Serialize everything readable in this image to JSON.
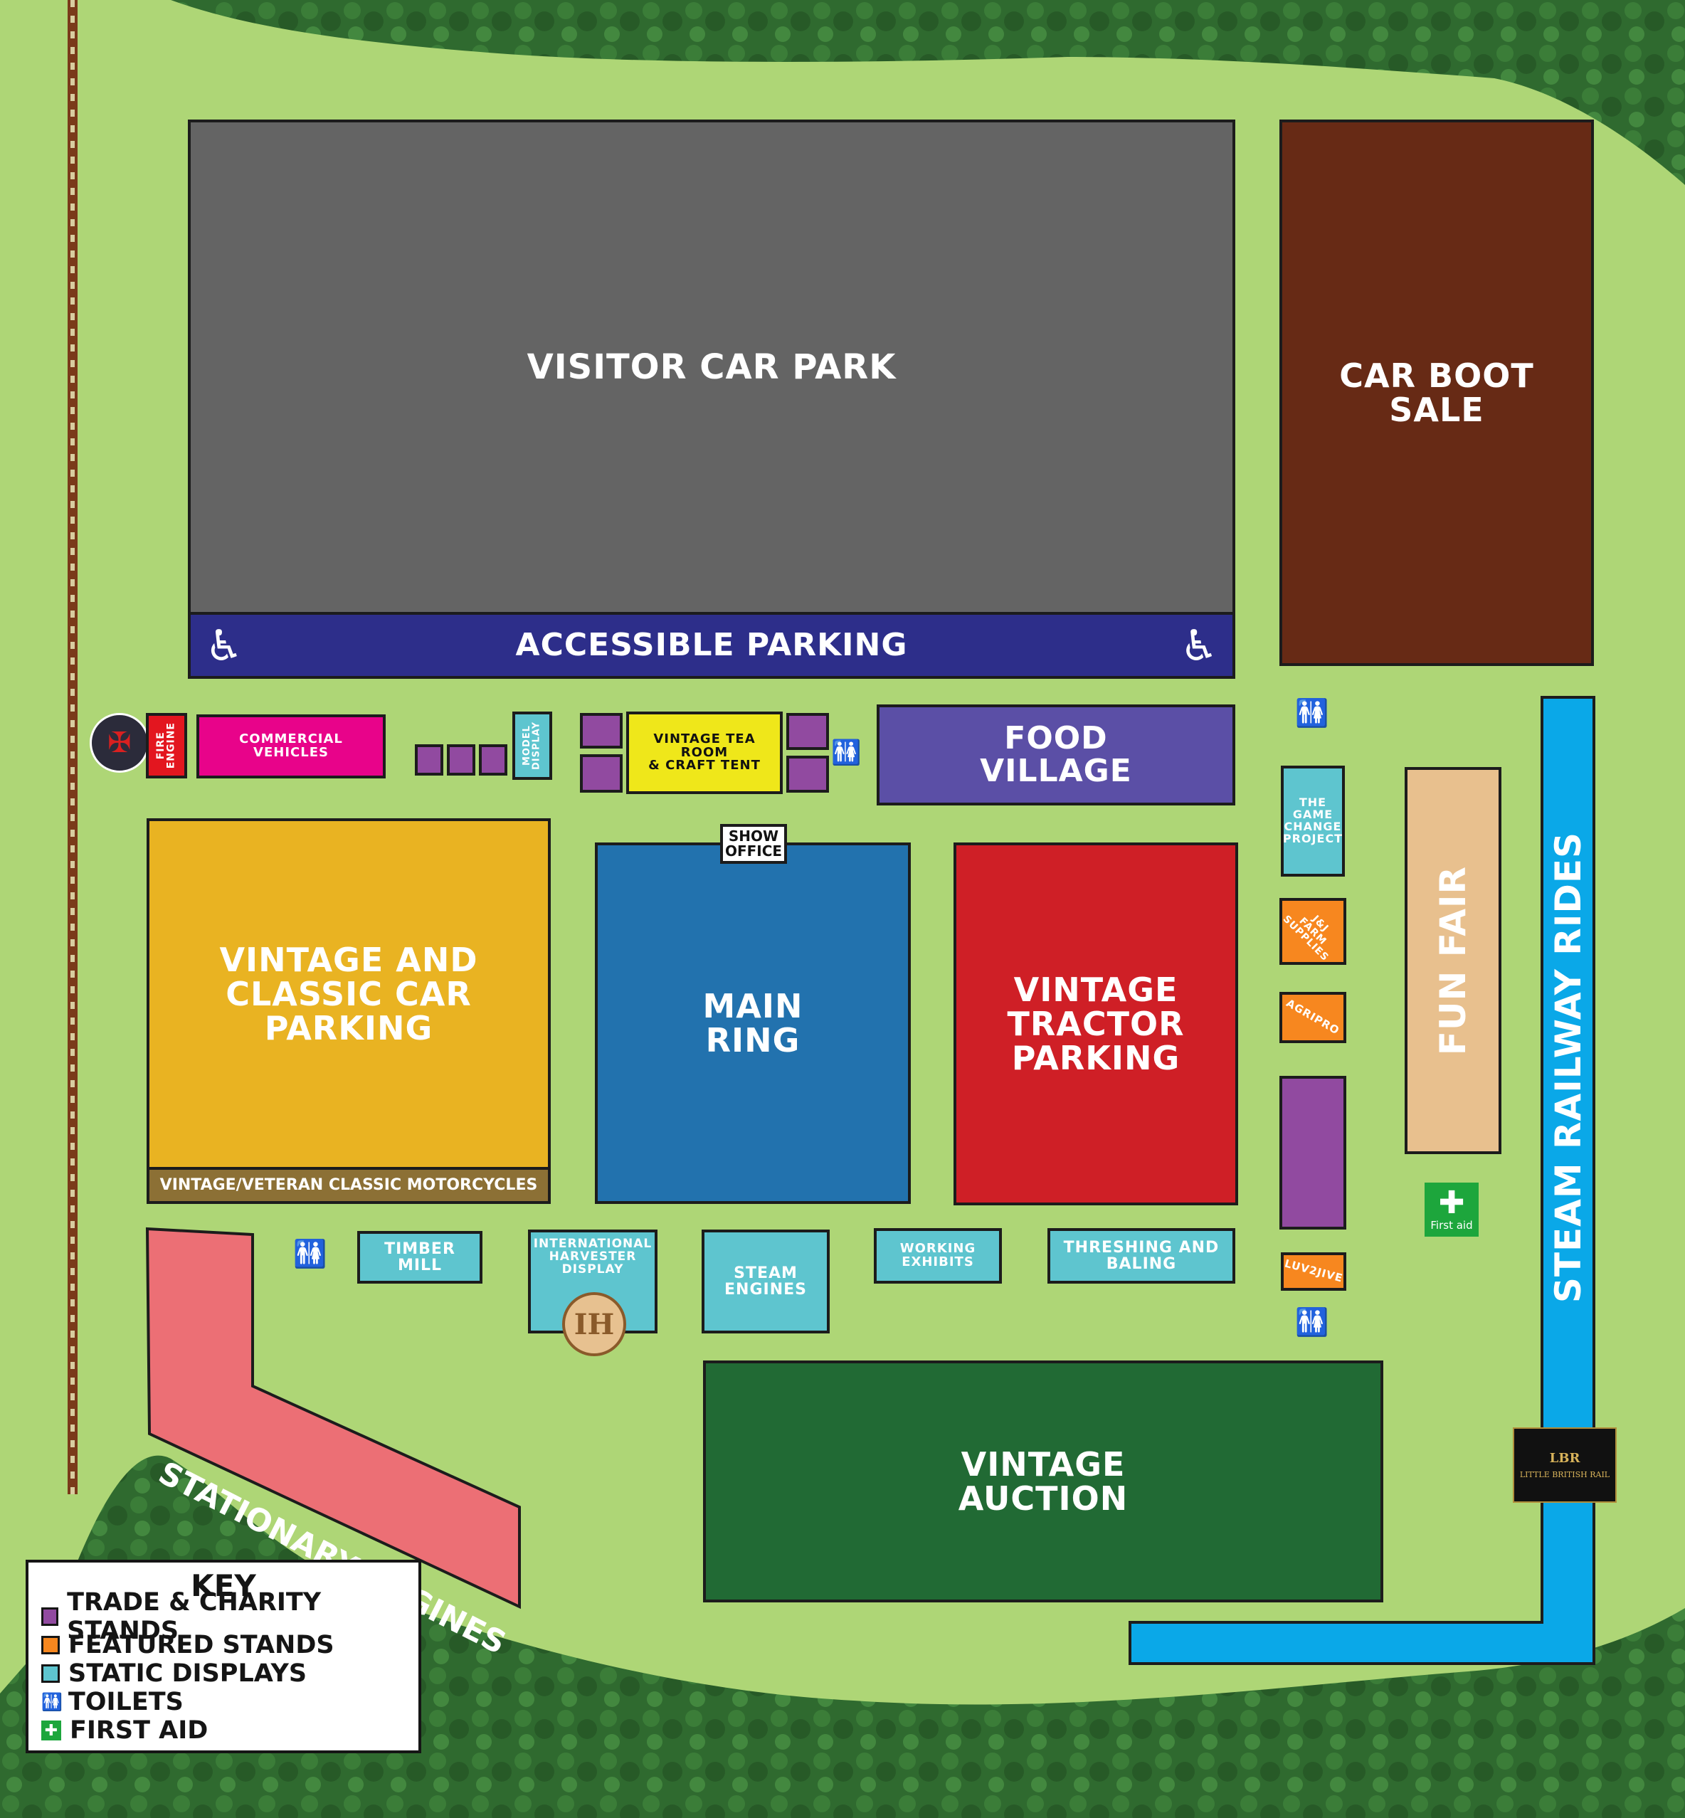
{
  "colors": {
    "grass": "#aed676",
    "woodland": "#2f6a2f",
    "trade": "#914aa0",
    "featured": "#f7871f",
    "static": "#5ec5cf",
    "railway": "#0aa8e8",
    "path": "#7a3a1a"
  },
  "zones": {
    "visitor_car_park": "VISITOR CAR PARK",
    "accessible_parking": "ACCESSIBLE PARKING",
    "car_boot_sale": "CAR BOOT\nSALE",
    "fire_engine": "FIRE\nENGINE",
    "commercial_vehicles": "COMMERCIAL\nVEHICLES",
    "model_display": "MODEL\nDISPLAY",
    "vintage_tea_room": "VINTAGE TEA ROOM\n& CRAFT TENT",
    "food_village": "FOOD\nVILLAGE",
    "game_change_project": "THE\nGAME\nCHANGE\nPROJECT",
    "fun_fair": "FUN FAIR",
    "steam_railway_rides": "STEAM RAILWAY RIDES",
    "vintage_classic_car_parking": "VINTAGE AND\nCLASSIC CAR\nPARKING",
    "vintage_veteran_motorcycles": "VINTAGE/VETERAN CLASSIC MOTORCYCLES",
    "show_office": "SHOW\nOFFICE",
    "main_ring": "MAIN\nRING",
    "vintage_tractor_parking": "VINTAGE\nTRACTOR\nPARKING",
    "jj_farm_supplies": "J&J\nFARM\nSUPPLIES",
    "agripro": "AGRIPRO",
    "luv2jive": "LUV2JIVE",
    "first_aid": "First aid",
    "timber_mill": "TIMBER MILL",
    "international_harvester": "INTERNATIONAL\nHARVESTER\nDISPLAY",
    "steam_engines": "STEAM\nENGINES",
    "working_exhibits": "WORKING\nEXHIBITS",
    "threshing_baling": "THRESHING AND\nBALING",
    "stationary_engines": "STATIONARY ENGINES",
    "vintage_auction": "VINTAGE\nAUCTION",
    "little_british_rail": "LITTLE BRITISH RAIL",
    "lbr_initials": "LBR"
  },
  "key": {
    "title": "KEY",
    "items": [
      {
        "label": "TRADE & CHARITY STANDS",
        "icon": "trade-swatch"
      },
      {
        "label": "FEATURED STANDS",
        "icon": "featured-swatch"
      },
      {
        "label": "STATIC DISPLAYS",
        "icon": "static-swatch"
      },
      {
        "label": "TOILETS",
        "icon": "toilets-icon"
      },
      {
        "label": "FIRST AID",
        "icon": "first-aid-icon"
      }
    ]
  }
}
